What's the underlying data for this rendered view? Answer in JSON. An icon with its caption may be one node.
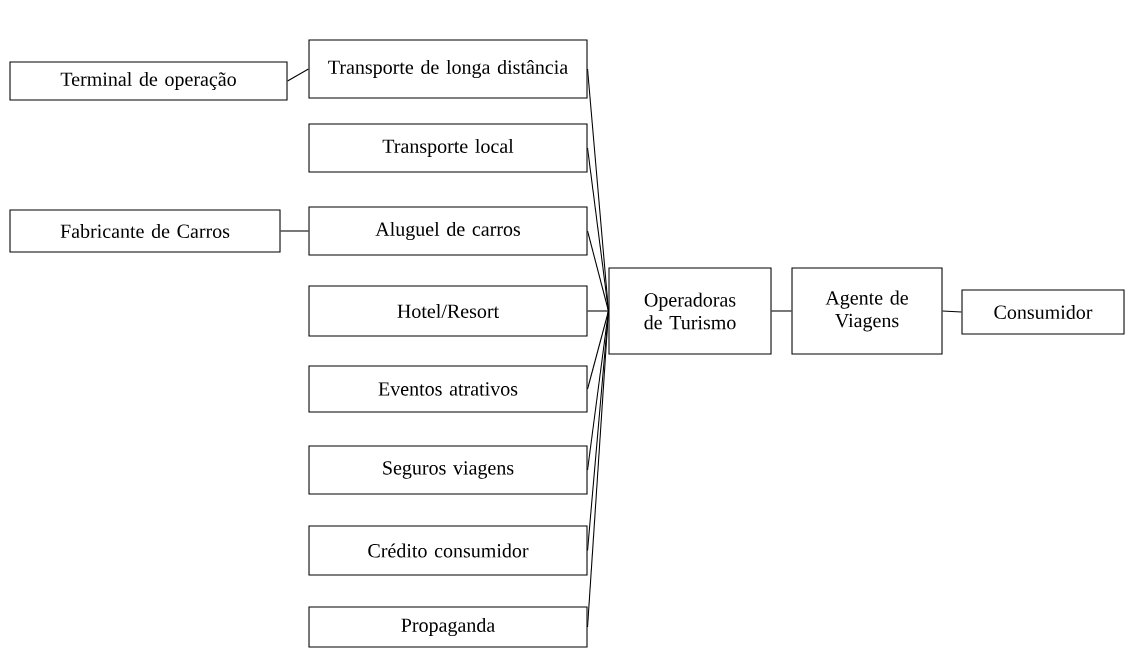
{
  "diagram": {
    "nodes": [
      {
        "text": [
          "Terminal de operação"
        ]
      },
      {
        "text": [
          "Transporte de longa distância"
        ]
      },
      {
        "text": [
          "Transporte local"
        ]
      },
      {
        "text": [
          "Fabricante de Carros"
        ]
      },
      {
        "text": [
          "Aluguel de carros"
        ]
      },
      {
        "text": [
          "Hotel/Resort"
        ]
      },
      {
        "text": [
          "Eventos atrativos"
        ]
      },
      {
        "text": [
          "Seguros viagens"
        ]
      },
      {
        "text": [
          "Crédito consumidor"
        ]
      },
      {
        "text": [
          "Propaganda"
        ]
      },
      {
        "text": [
          "Operadoras de Turismo"
        ]
      },
      {
        "text": [
          "Agente de Viagens"
        ]
      },
      {
        "text": [
          "Consumidor"
        ]
      }
    ],
    "edges": [
      {
        "from": 0,
        "to": 1,
        "arrow": "none"
      },
      {
        "from": 3,
        "to": 4,
        "arrow": "none"
      },
      {
        "from": 1,
        "to": 10,
        "arrow": "none"
      },
      {
        "from": 2,
        "to": 10,
        "arrow": "none"
      },
      {
        "from": 4,
        "to": 10,
        "arrow": "none"
      },
      {
        "from": 5,
        "to": 10,
        "arrow": "none"
      },
      {
        "from": 6,
        "to": 10,
        "arrow": "none"
      },
      {
        "from": 7,
        "to": 10,
        "arrow": "none"
      },
      {
        "from": 8,
        "to": 10,
        "arrow": "none"
      },
      {
        "from": 9,
        "to": 10,
        "arrow": "none"
      },
      {
        "from": 10,
        "to": 11,
        "arrow": "none"
      },
      {
        "from": 11,
        "to": 12,
        "arrow": "none"
      }
    ]
  }
}
